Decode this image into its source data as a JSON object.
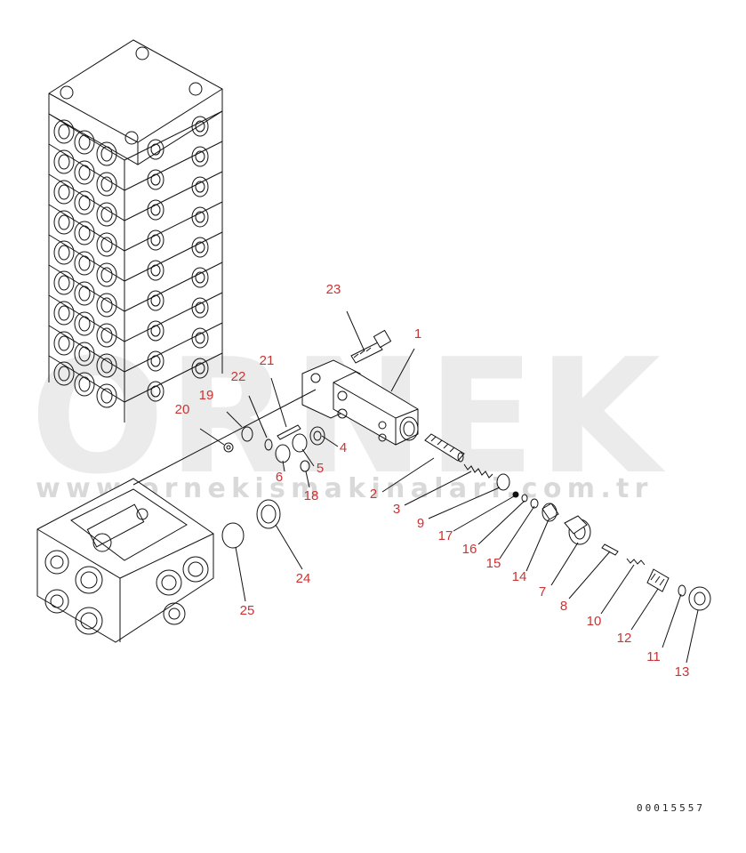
{
  "watermark": {
    "brand": "ORNEK",
    "url": "www.ornekismakinalari.com.tr",
    "color": "#c8c8c8"
  },
  "drawing_code": "00015557",
  "callout_color": "#cc3333",
  "parts": [
    {
      "id": "1",
      "label": "1"
    },
    {
      "id": "2",
      "label": "2"
    },
    {
      "id": "3",
      "label": "3"
    },
    {
      "id": "4",
      "label": "4"
    },
    {
      "id": "5",
      "label": "5"
    },
    {
      "id": "6",
      "label": "6"
    },
    {
      "id": "7",
      "label": "7"
    },
    {
      "id": "8",
      "label": "8"
    },
    {
      "id": "9",
      "label": "9"
    },
    {
      "id": "10",
      "label": "10"
    },
    {
      "id": "11",
      "label": "11"
    },
    {
      "id": "12",
      "label": "12"
    },
    {
      "id": "13",
      "label": "13"
    },
    {
      "id": "14",
      "label": "14"
    },
    {
      "id": "15",
      "label": "15"
    },
    {
      "id": "16",
      "label": "16"
    },
    {
      "id": "17",
      "label": "17"
    },
    {
      "id": "18",
      "label": "18"
    },
    {
      "id": "19",
      "label": "19"
    },
    {
      "id": "20",
      "label": "20"
    },
    {
      "id": "21",
      "label": "21"
    },
    {
      "id": "22",
      "label": "22"
    },
    {
      "id": "23",
      "label": "23"
    },
    {
      "id": "24",
      "label": "24"
    },
    {
      "id": "25",
      "label": "25"
    }
  ]
}
